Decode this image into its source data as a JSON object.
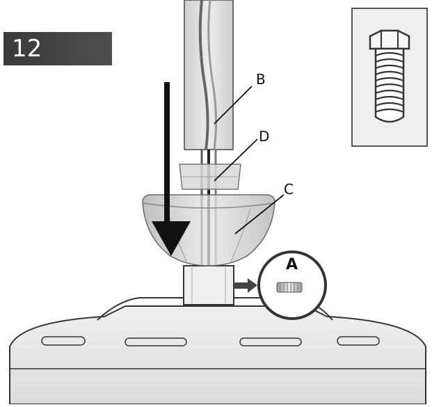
{
  "step": {
    "number": "12"
  },
  "labels": {
    "a": "A",
    "b": "B",
    "c": "C",
    "d": "D"
  },
  "icons": {
    "inset": "hex-bolt-icon",
    "arrow": "down-arrow-icon",
    "small_arrow": "right-arrow-icon"
  },
  "colors": {
    "badge": "#454545",
    "outline": "#333333",
    "fill_light": "#e6e6e6",
    "canopy": "#d0d0d0",
    "arrow": "#111111"
  }
}
